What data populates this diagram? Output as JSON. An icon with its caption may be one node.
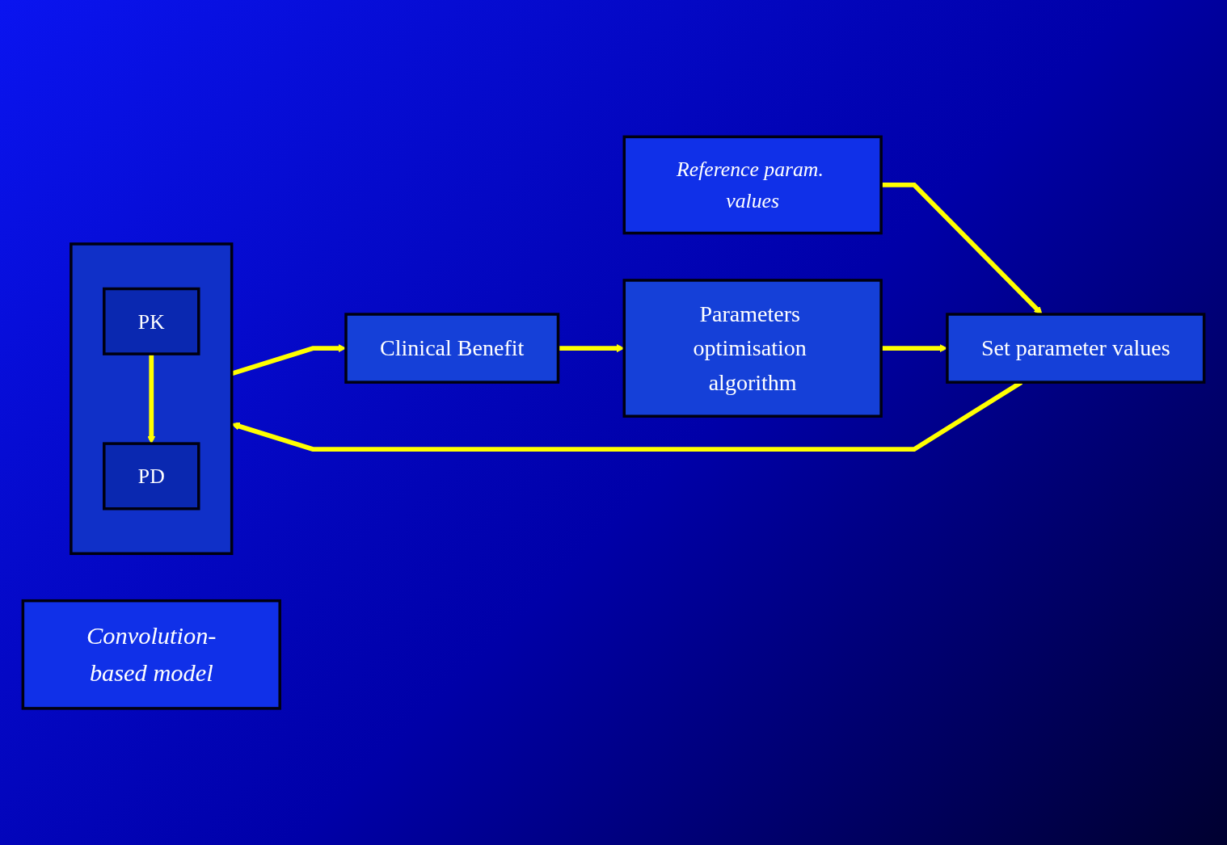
{
  "diagram": {
    "nodes": [
      {
        "text": [
          "Reference param. values"
        ]
      },
      {
        "text": [
          "Convolution-based model"
        ]
      },
      {
        "text": [
          "Set parameter values"
        ]
      },
      {
        "text": [],
        "shape": "box"
      },
      {
        "text": [
          "PK"
        ],
        "in": 3
      },
      {
        "text": [
          "PD"
        ],
        "in": 3
      },
      {
        "text": [
          "Clinical Benefit"
        ]
      },
      {
        "text": [
          "Parameters optimisation algorithm"
        ]
      }
    ],
    "edges": [
      {
        "from": 0,
        "to": 2,
        "arrow": "to"
      },
      {
        "from": 2,
        "to": 3,
        "arrow": "to"
      },
      {
        "from": 4,
        "to": 5,
        "arrow": "to"
      },
      {
        "from": 3,
        "to": 6,
        "arrow": "to"
      },
      {
        "from": 6,
        "to": 7,
        "arrow": "to"
      },
      {
        "from": 7,
        "to": 2,
        "arrow": "to"
      }
    ]
  }
}
